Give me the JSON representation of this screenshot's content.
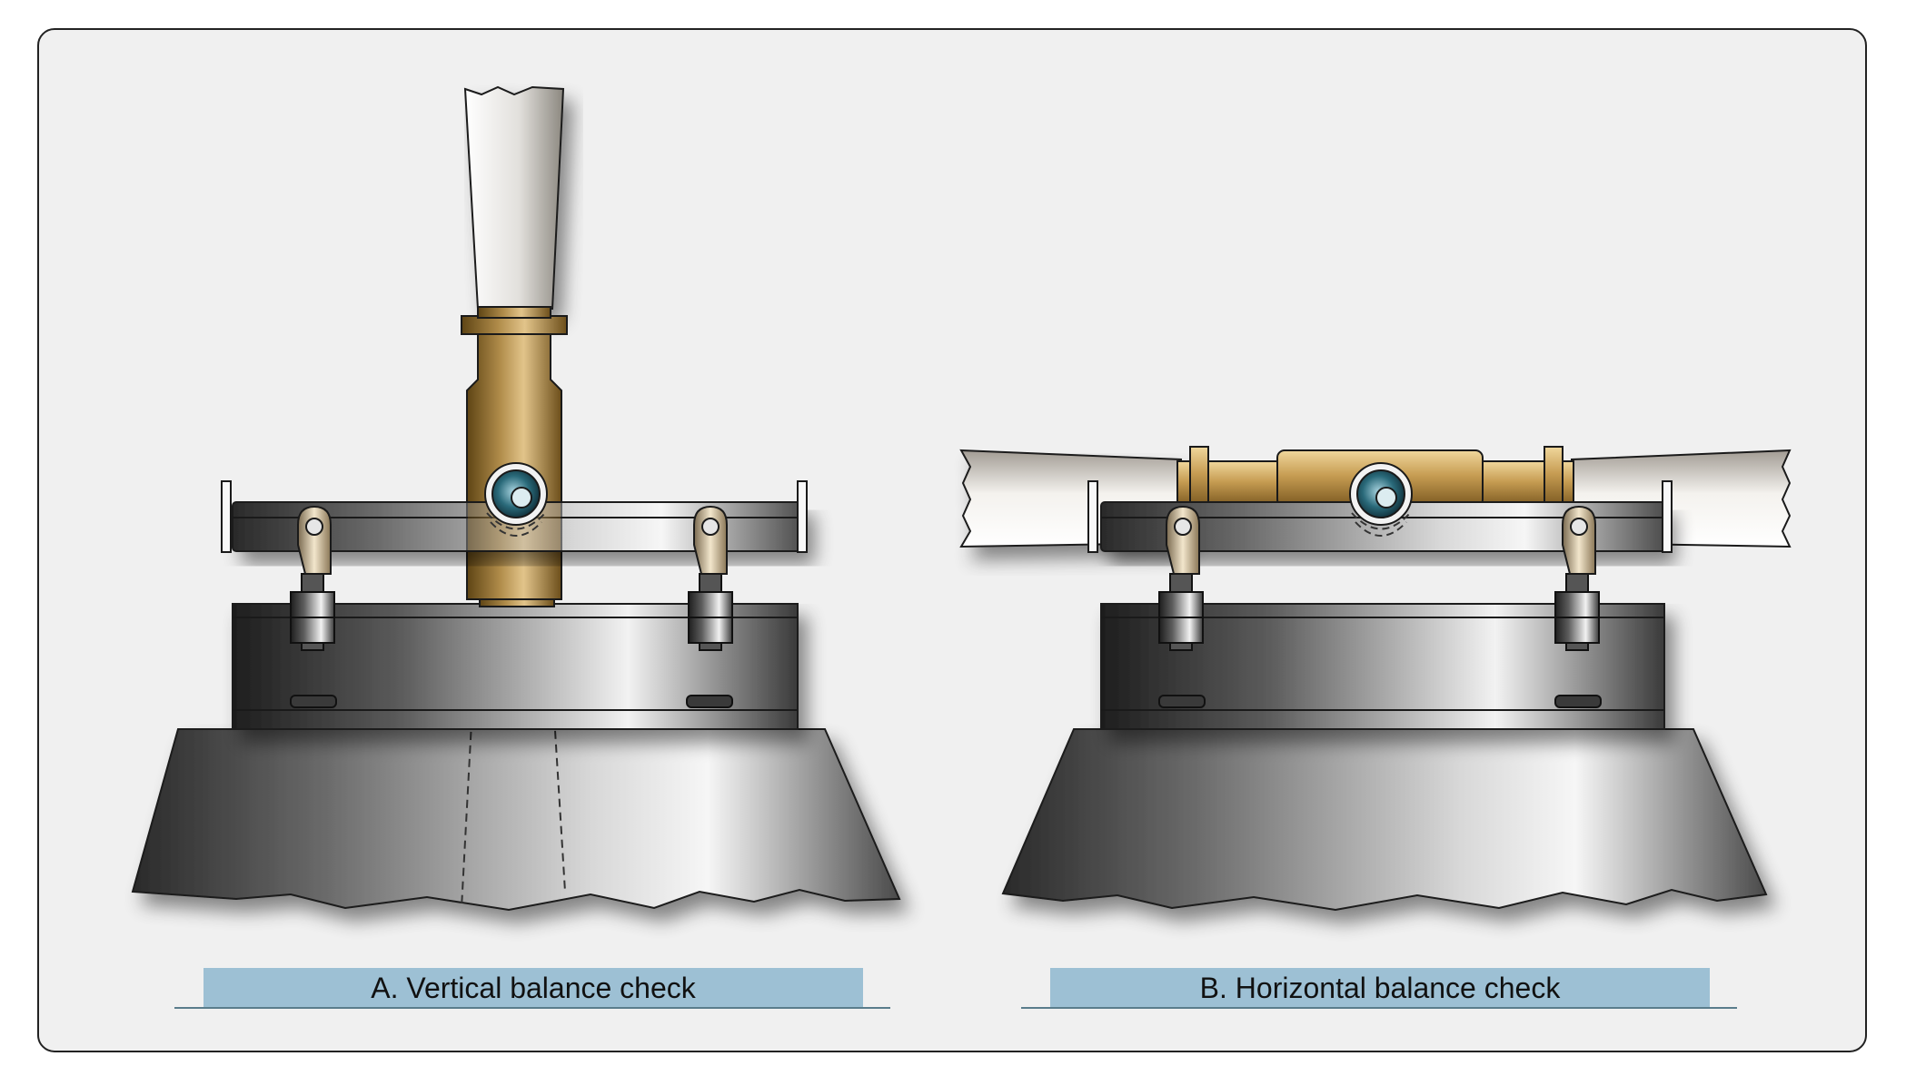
{
  "colors": {
    "background": "#ffffff",
    "frame_fill": "#f0f0f0",
    "frame_stroke": "#222222",
    "caption_bar": "#9dc0d4",
    "caption_text": "#111111",
    "blade": "#d8d6d2",
    "hub_brass": "#b08c4a",
    "steel_dark": "#2a2a2a",
    "steel_light": "#f4f4f4"
  },
  "panels": [
    {
      "id": "a",
      "caption": "A. Vertical balance check",
      "orientation": "vertical"
    },
    {
      "id": "b",
      "caption": "B. Horizontal balance check",
      "orientation": "horizontal"
    }
  ]
}
